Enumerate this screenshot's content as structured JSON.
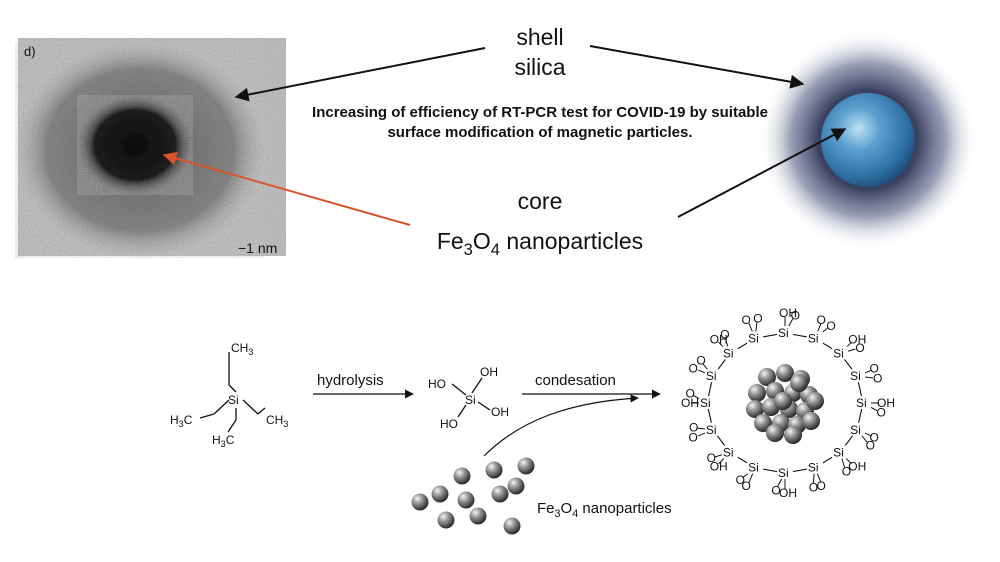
{
  "tem": {
    "panel_label": "d)",
    "scale_bar": "−1 nm"
  },
  "labels": {
    "shell": "shell",
    "silica": "silica",
    "core": "core",
    "fe_main": "Fe",
    "fe_sub3": "3",
    "o_main": "O",
    "fe_sub4": "4",
    "nanoparticles": " nanoparticles"
  },
  "title": "Increasing of efficiency of RT-PCR test for COVID-19 by suitable surface modification of magnetic particles.",
  "reaction": {
    "hydrolysis": "hydrolysis",
    "condesation": "condesation",
    "reactant": {
      "ch3": "CH3",
      "si": "Si",
      "h3c_left": "H3C",
      "ch3_right": "CH3",
      "h3c_bottom": "H3C"
    },
    "silanol": {
      "ho_left": "HO",
      "oh_top": "OH",
      "si": "Si",
      "oh_right": "OH",
      "ho_bottom": "HO"
    },
    "fe_small": {
      "fe": "Fe",
      "sub3": "3",
      "o": "O",
      "sub4": "4",
      "rest": " nanoparticles"
    }
  },
  "colors": {
    "core_sphere": "#2e74ad",
    "shell_glow": "#4a5070",
    "arrow_red": "#d9532f",
    "arrow": "#111111"
  }
}
